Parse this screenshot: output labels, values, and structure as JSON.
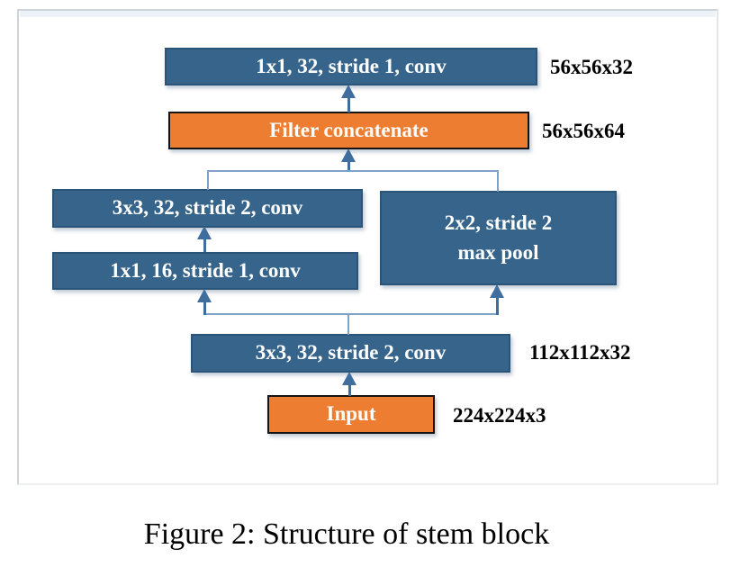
{
  "figure": {
    "caption": "Figure 2: Structure of stem block"
  },
  "diagram": {
    "nodes": {
      "top_conv": {
        "label": "1x1, 32, stride 1, conv",
        "dim": "56x56x32"
      },
      "concat": {
        "label": "Filter concatenate",
        "dim": "56x56x64"
      },
      "branch_conv_3x3": {
        "label": "3x3, 32, stride 2, conv"
      },
      "maxpool": {
        "line1": "2x2, stride 2",
        "line2": "max pool"
      },
      "branch_conv_1x1": {
        "label": "1x1, 16, stride 1, conv"
      },
      "stem_conv": {
        "label": "3x3, 32, stride 2, conv",
        "dim": "112x112x32"
      },
      "input": {
        "label": "Input",
        "dim": "224x224x3"
      }
    },
    "colors": {
      "conv_fill": "#36648A",
      "conv_border": "#2A5478",
      "accent_fill": "#ED7D31",
      "accent_border": "#141414",
      "arrow": "#3E6D9E",
      "connector": "#7DA2C6",
      "frame_border": "#CDD3D9",
      "tint": "#EDF2F8",
      "box_text": "#FFFFFF",
      "label_text": "#000000"
    }
  }
}
